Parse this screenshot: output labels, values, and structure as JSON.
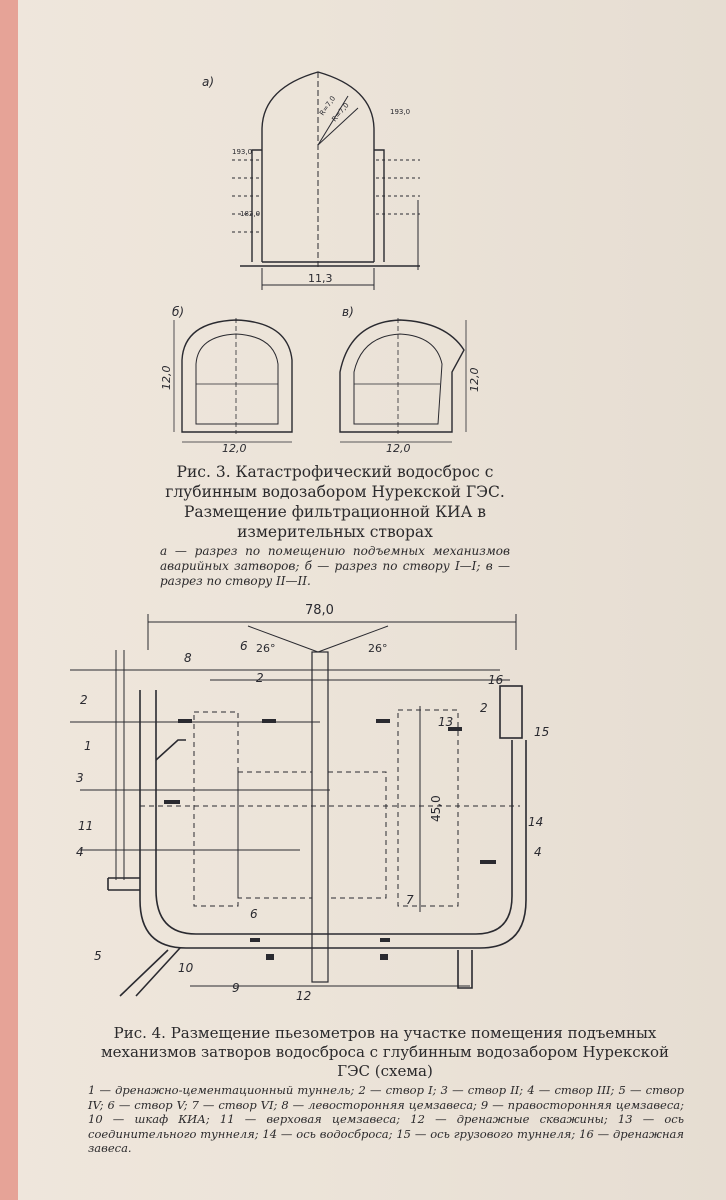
{
  "fig3": {
    "caption": "Рис. 3. Катастрофический водосброс с глубинным водозабором Нурекской ГЭС. Размещение фильтрационной КИА в измерительных створах",
    "legend": "а — разрез по помещению подъемных механизмов аварийных затворов; б — разрез по створу I—I; в — разрез по створу II—II.",
    "panel_a": "а)",
    "panel_b": "б)",
    "panel_v": "в)",
    "dim_a_width": "11,3",
    "dim_b_width": "12,0",
    "dim_b_height": "12,0",
    "dim_v_width": "12,0",
    "dim_v_height": "12,0",
    "radius_labels": [
      "R=7,0",
      "R=7,0"
    ],
    "elevations": [
      "193,0",
      "193,0",
      "182,0"
    ]
  },
  "fig4": {
    "caption": "Рис. 4. Размещение пьезометров на участке помещения подъемных механизмов затворов водосброса с глубинным водозабором Нурекской ГЭС (схема)",
    "legend": "1 — дренажно-цементационный туннель; 2 — створ I; 3 — створ II; 4 — створ III; 5 — створ IV; 6 — створ V; 7 — створ VI; 8 — левосторонняя цемзавеса; 9 — правосторонняя цемзавеса; 10 — шкаф КИА; 11 — верховая цемзавеса; 12 — дренажные скважины; 13 — ось соединительного туннеля; 14 — ось водосброса; 15 — ось грузового туннеля; 16 — дренажная завеса.",
    "dim_length": "78,0",
    "dim_height": "45,0",
    "angle_left": "26°",
    "angle_right": "26°",
    "labels": {
      "n1": "1",
      "n2a": "2",
      "n2b": "2",
      "n2c": "2",
      "n3": "3",
      "n4a": "4",
      "n4b": "4",
      "n5": "5",
      "n6a": "6",
      "n6b": "6",
      "n7": "7",
      "n8": "8",
      "n9": "9",
      "n10": "10",
      "n11": "11",
      "n12": "12",
      "n13": "13",
      "n14": "14",
      "n15": "15",
      "n16": "16"
    }
  }
}
